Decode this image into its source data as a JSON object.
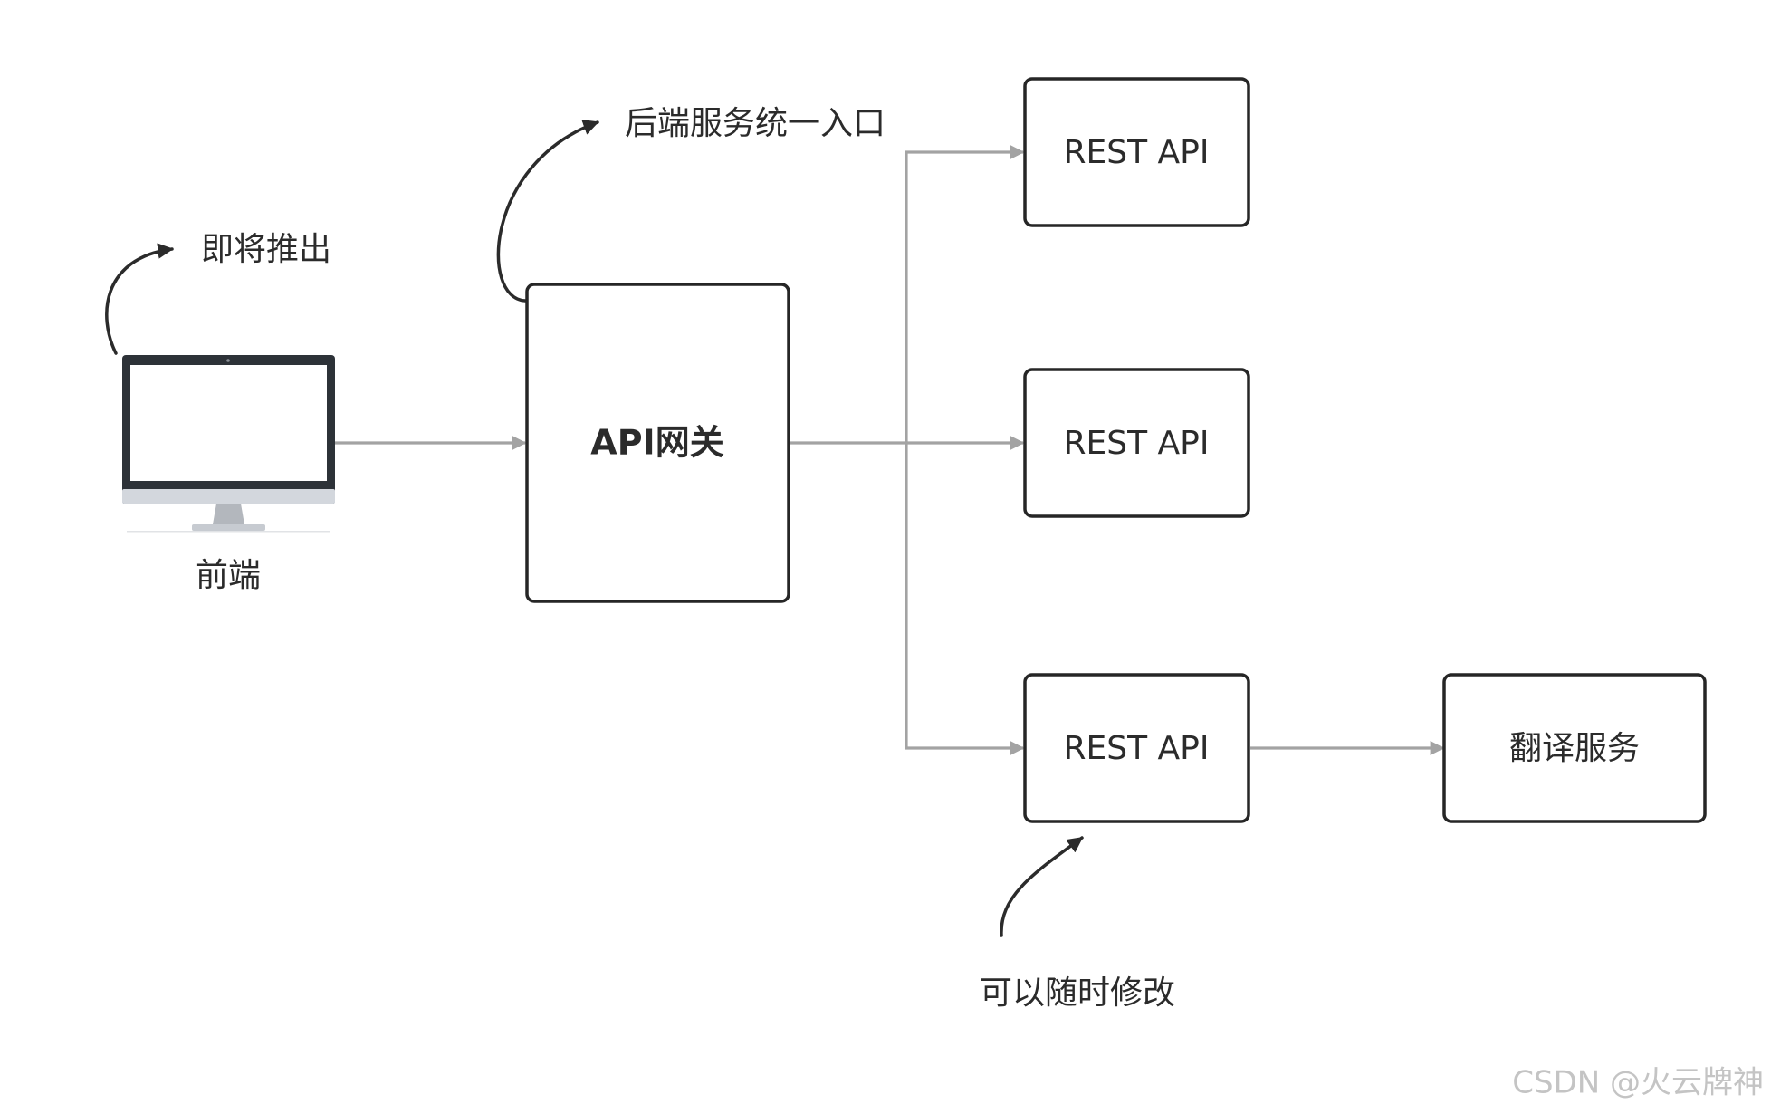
{
  "diagram": {
    "nodes": {
      "frontend": {
        "label": "前端",
        "icon": "monitor-icon"
      },
      "gateway": {
        "label": "API网关"
      },
      "rest_top": {
        "label": "REST API"
      },
      "rest_middle": {
        "label": "REST API"
      },
      "rest_bottom": {
        "label": "REST API"
      },
      "translation": {
        "label": "翻译服务"
      }
    },
    "annotations": {
      "frontend_note": "即将推出",
      "gateway_note": "后端服务统一入口",
      "rest_note": "可以随时修改"
    },
    "edges": [
      {
        "from": "frontend",
        "to": "gateway"
      },
      {
        "from": "gateway",
        "to": "rest_top"
      },
      {
        "from": "gateway",
        "to": "rest_middle"
      },
      {
        "from": "gateway",
        "to": "rest_bottom"
      },
      {
        "from": "rest_bottom",
        "to": "translation"
      }
    ],
    "colors": {
      "edge": "#a3a3a3",
      "border": "#262626",
      "text": "#2b2b2b"
    }
  },
  "watermark": "CSDN @火云牌神"
}
